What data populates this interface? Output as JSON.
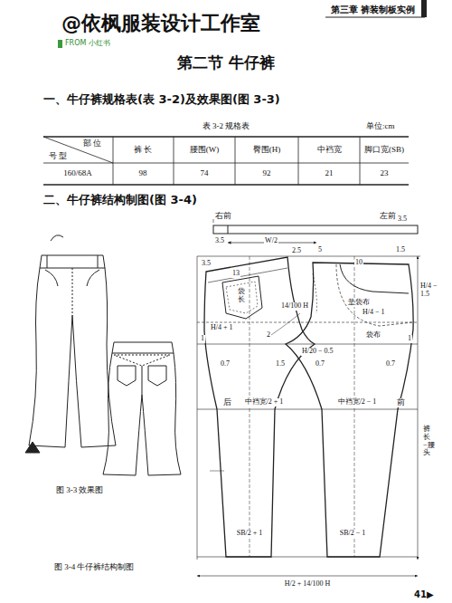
{
  "diagram": {
    "title": "第二节 牛仔裤",
    "labels": [
      "@依枫服装设计工作室",
      "FROM 小红书",
      "第三章 裤装制板实例",
      "一、牛仔裤规格表(表 3-2)及效果图(图 3-3)",
      "表 3-2 规格表",
      "单位:cm",
      "部 位",
      "号 型",
      "裤 长",
      "腰围(W)",
      "臀围(H)",
      "中裆宽",
      "脚口宽(SB)",
      "160/68A",
      "98",
      "74",
      "92",
      "21",
      "23",
      "二、牛仔裤结构制图(图 3-4)",
      "右前",
      "左前",
      "3.5",
      "W/2",
      "3.5",
      "2.5",
      "5",
      "10",
      "3.5",
      "13",
      "1.5",
      "袋长",
      "14/100 H",
      "垫袋布",
      "H/4 − 1.5",
      "H/4 + 1",
      "H/4 − 1",
      "袋布",
      "2",
      "H/20 − 0.5",
      "1",
      "1",
      "1.5",
      "0.7",
      "0.7",
      "0.7",
      "后",
      "中裆宽/2 + 1",
      "中裆宽/2 − 1",
      "前",
      "裤长−腰头",
      "SB/2 + 1",
      "SB/2 − 1",
      "H/2 + 14/100 H",
      "图 3-3 效果图",
      "图 3-4 牛仔裤结构制图",
      "41▶"
    ]
  }
}
